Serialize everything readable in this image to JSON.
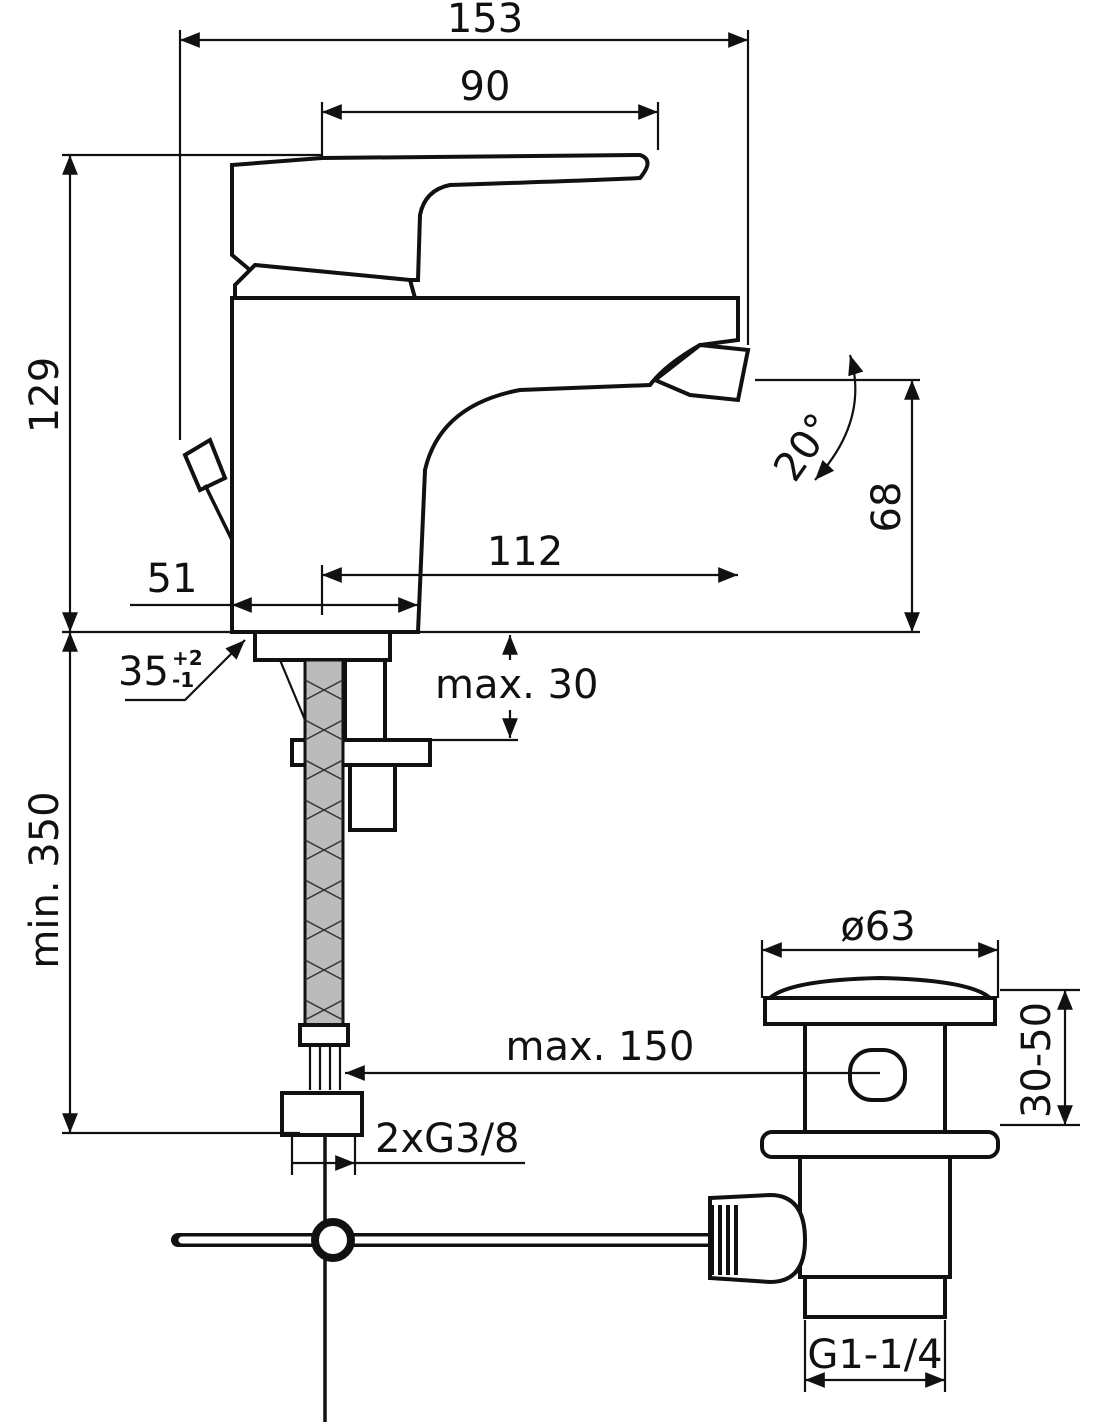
{
  "title": "Bidet mixer technical drawing",
  "dimensions": {
    "overall_width": "153",
    "handle_width": "90",
    "height": "129",
    "spout_height": "68",
    "spout_reach": "112",
    "base_offset": "51",
    "angle": "20°",
    "hole_diameter": "35",
    "hole_tol_plus": "+2",
    "hole_tol_minus": "-1",
    "deck_thickness": "max. 30",
    "hose_length": "min. 350",
    "rod_length": "max. 150",
    "connections": "2xG3/8",
    "waste_diameter": "ø63",
    "waste_range": "30-50",
    "waste_thread": "G1-1/4"
  }
}
